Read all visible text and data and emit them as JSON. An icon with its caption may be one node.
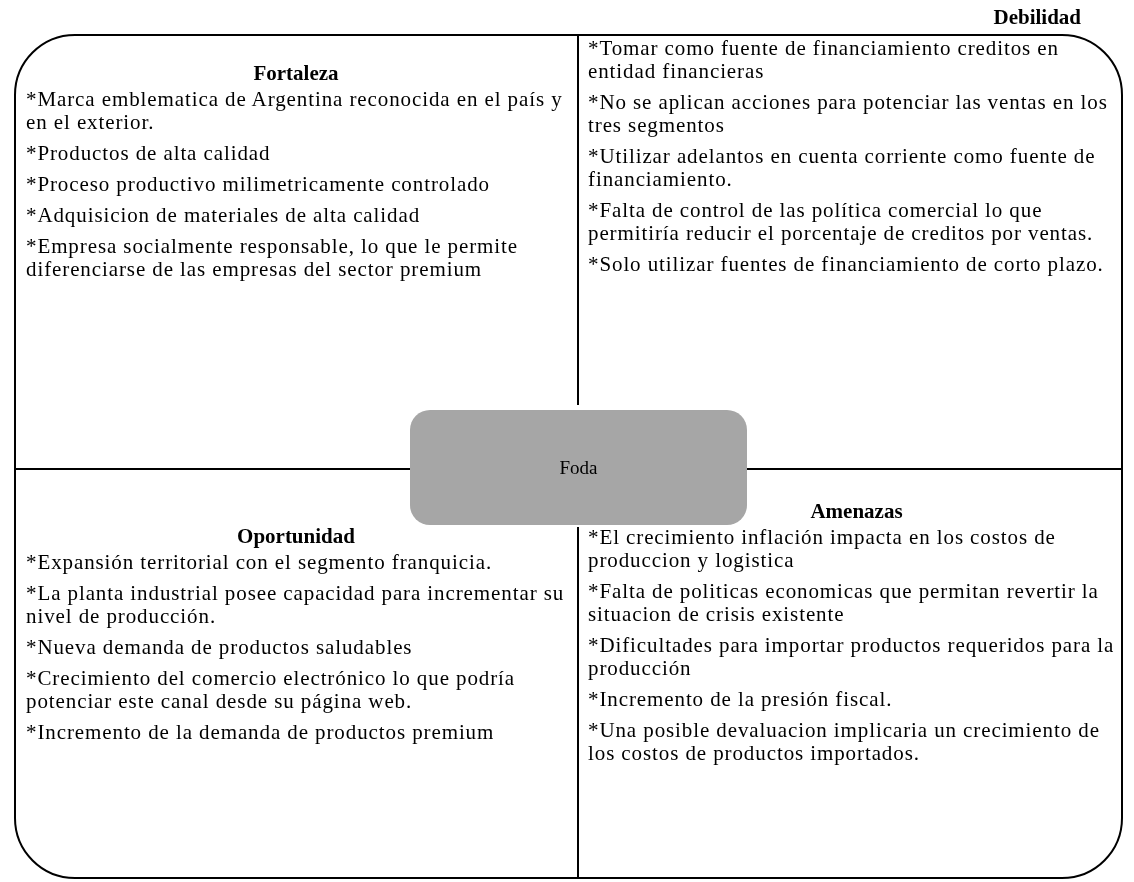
{
  "diagram": {
    "nodes": [
      {
        "text": [
          "Fortaleza",
          "*Marca emblematica de Argentina reconocida en el país y en el exterior.",
          "*Productos de alta calidad",
          "*Proceso productivo milimetricamente controlado",
          "*Adquisicion de materiales de alta calidad",
          "*Empresa socialmente responsable, lo que le permite diferenciarse de las empresas del sector premium"
        ]
      },
      {
        "text": [
          "Debilidad",
          "*Tomar como fuente de financiamiento creditos en entidad financieras",
          "*No se aplican acciones para potenciar las ventas en los tres segmentos",
          "*Utilizar adelantos en cuenta corriente como fuente de financiamiento.",
          "*Falta de control de las política comercial lo que permitiría reducir el porcentaje de creditos por ventas.",
          "*Solo utilizar fuentes de financiamiento de corto plazo."
        ]
      },
      {
        "text": [
          "Oportunidad",
          "*Expansión territorial con el segmento franquicia.",
          "*La planta industrial posee capacidad para incrementar su nivel de producción.",
          "*Nueva demanda de productos saludables",
          "*Crecimiento del comercio electrónico lo que podría potenciar este canal desde su página web.",
          "*Incremento de la demanda de productos premium"
        ]
      },
      {
        "text": [
          "Amenazas",
          "*El crecimiento inflación impacta en los costos de produccion y logistica",
          "*Falta de politicas economicas que permitan revertir la situacion de crisis existente",
          "*Dificultades para importar productos requeridos para la producción",
          "*Incremento de la presión fiscal.",
          "*Una posible devaluacion implicaria un crecimiento de los costos de productos importados."
        ]
      },
      {
        "text": [
          "Foda"
        ]
      }
    ]
  }
}
